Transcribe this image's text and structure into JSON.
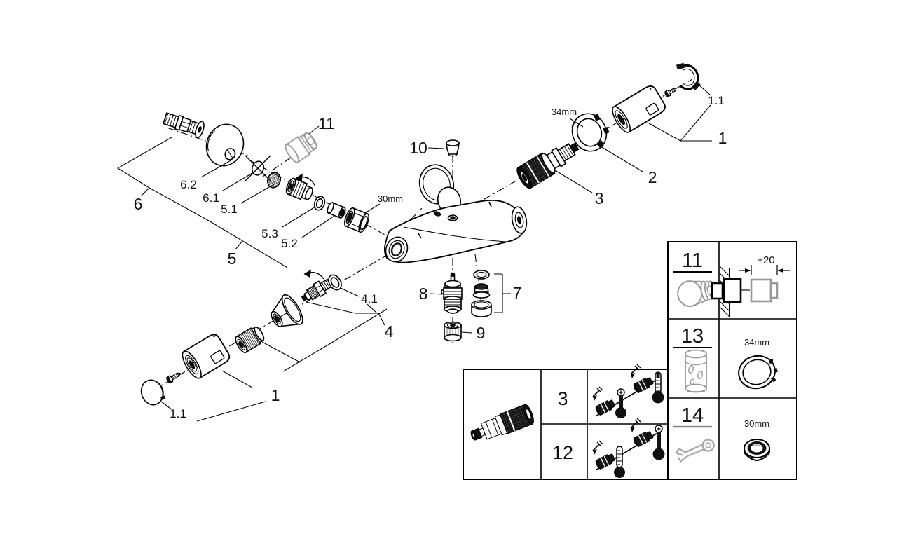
{
  "colors": {
    "line": "#000000",
    "accent_gray": "#999999",
    "background": "#ffffff"
  },
  "labels": {
    "n6": "6",
    "n6_2": "6.2",
    "n6_1": "6.1",
    "n5": "5",
    "n5_1": "5.1",
    "n5_3": "5.3",
    "n5_2": "5.2",
    "n30mm": "30mm",
    "n11": "11",
    "n10": "10",
    "n34mm": "34mm",
    "n1_1_top": "1.1",
    "n1_top": "1",
    "n2": "2",
    "n3": "3",
    "n8": "8",
    "n7": "7",
    "n9": "9",
    "n4_1": "4.1",
    "n4": "4",
    "n1_bottom": "1",
    "n1_1_bottom": "1.1"
  },
  "inset_right": {
    "row1_num": "11",
    "row1_dim": "+20",
    "row2_num": "13",
    "row2_dim": "34mm",
    "row3_num": "14",
    "row3_dim": "30mm"
  },
  "inset_bottom": {
    "row1_num": "3",
    "row2_num": "12"
  }
}
